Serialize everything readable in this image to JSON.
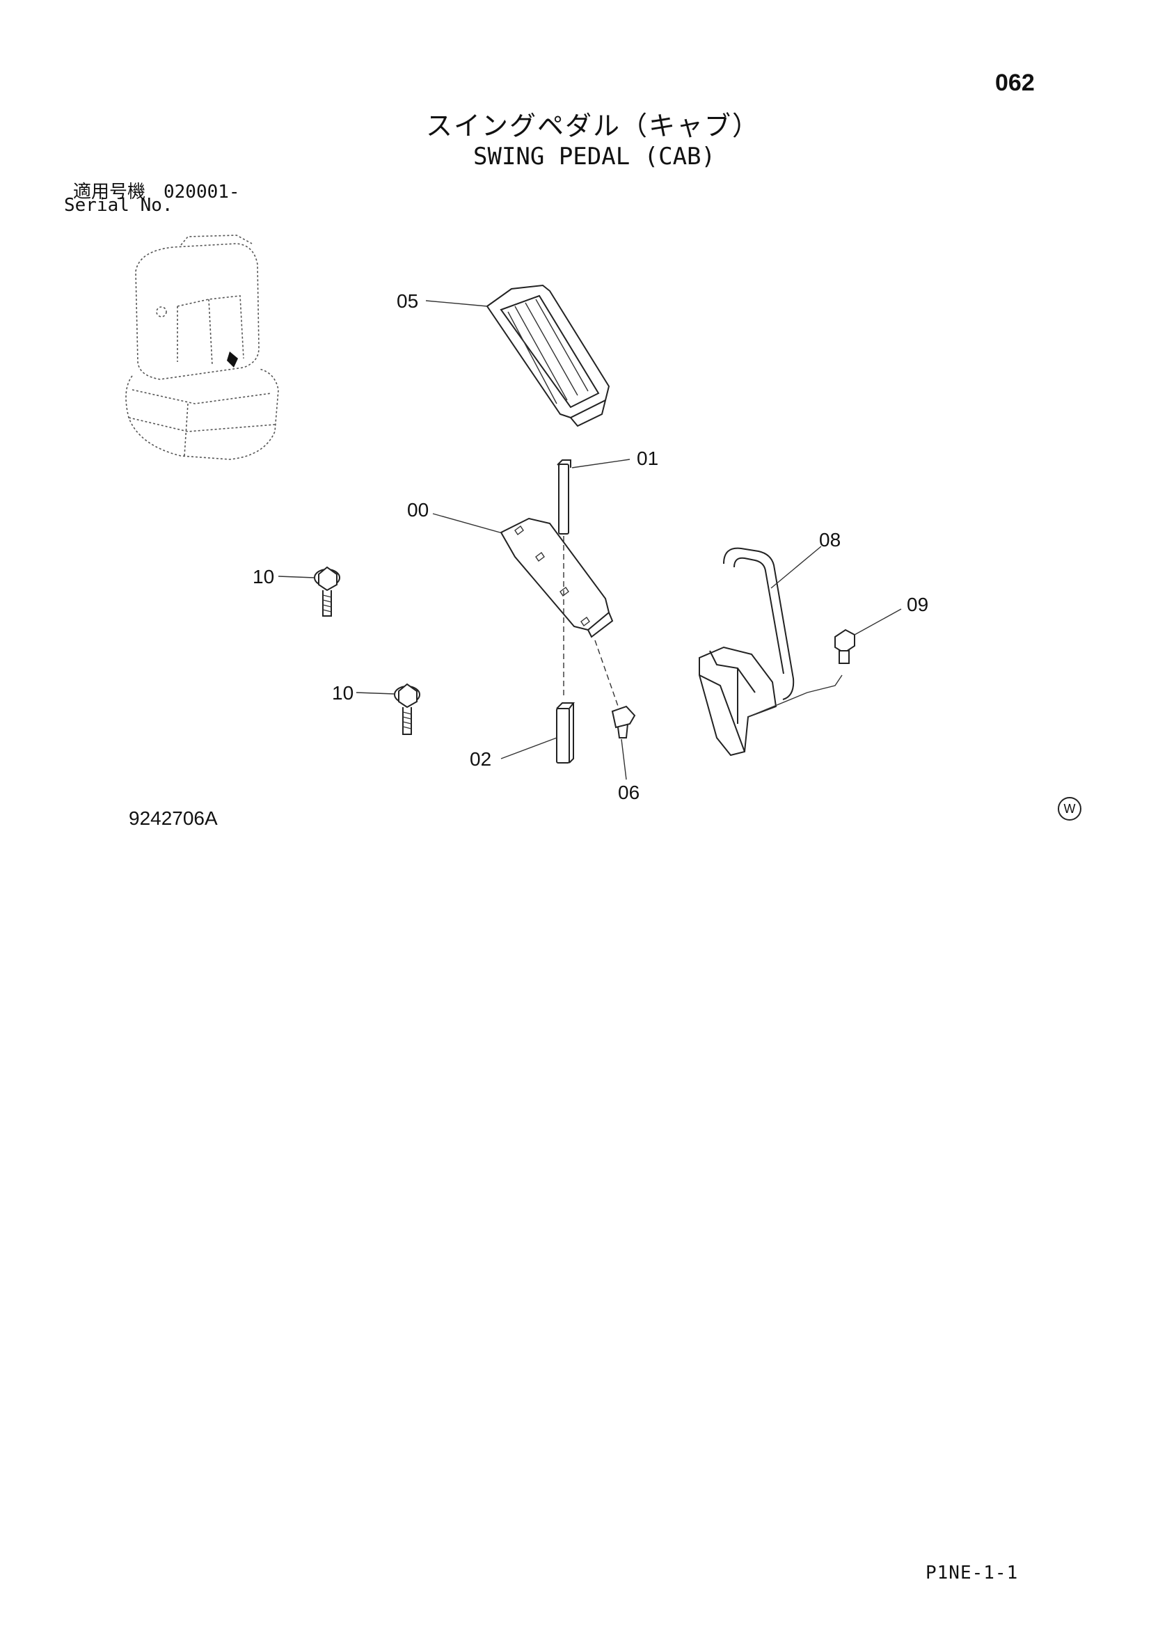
{
  "page": {
    "number": "062",
    "title_jp": "スイングペダル（キャブ）",
    "title_en": "SWING PEDAL (CAB)",
    "serial_label_jp": "適用号機　020001-",
    "serial_label_en": "Serial No.",
    "drawing_number": "9242706A",
    "w_mark": "W",
    "page_code": "P1NE-1-1"
  },
  "parts": [
    {
      "id": "05",
      "label": "05"
    },
    {
      "id": "01",
      "label": "01"
    },
    {
      "id": "00",
      "label": "00"
    },
    {
      "id": "08",
      "label": "08"
    },
    {
      "id": "10a",
      "label": "10"
    },
    {
      "id": "09",
      "label": "09"
    },
    {
      "id": "10b",
      "label": "10"
    },
    {
      "id": "02",
      "label": "02"
    },
    {
      "id": "06",
      "label": "06"
    }
  ]
}
